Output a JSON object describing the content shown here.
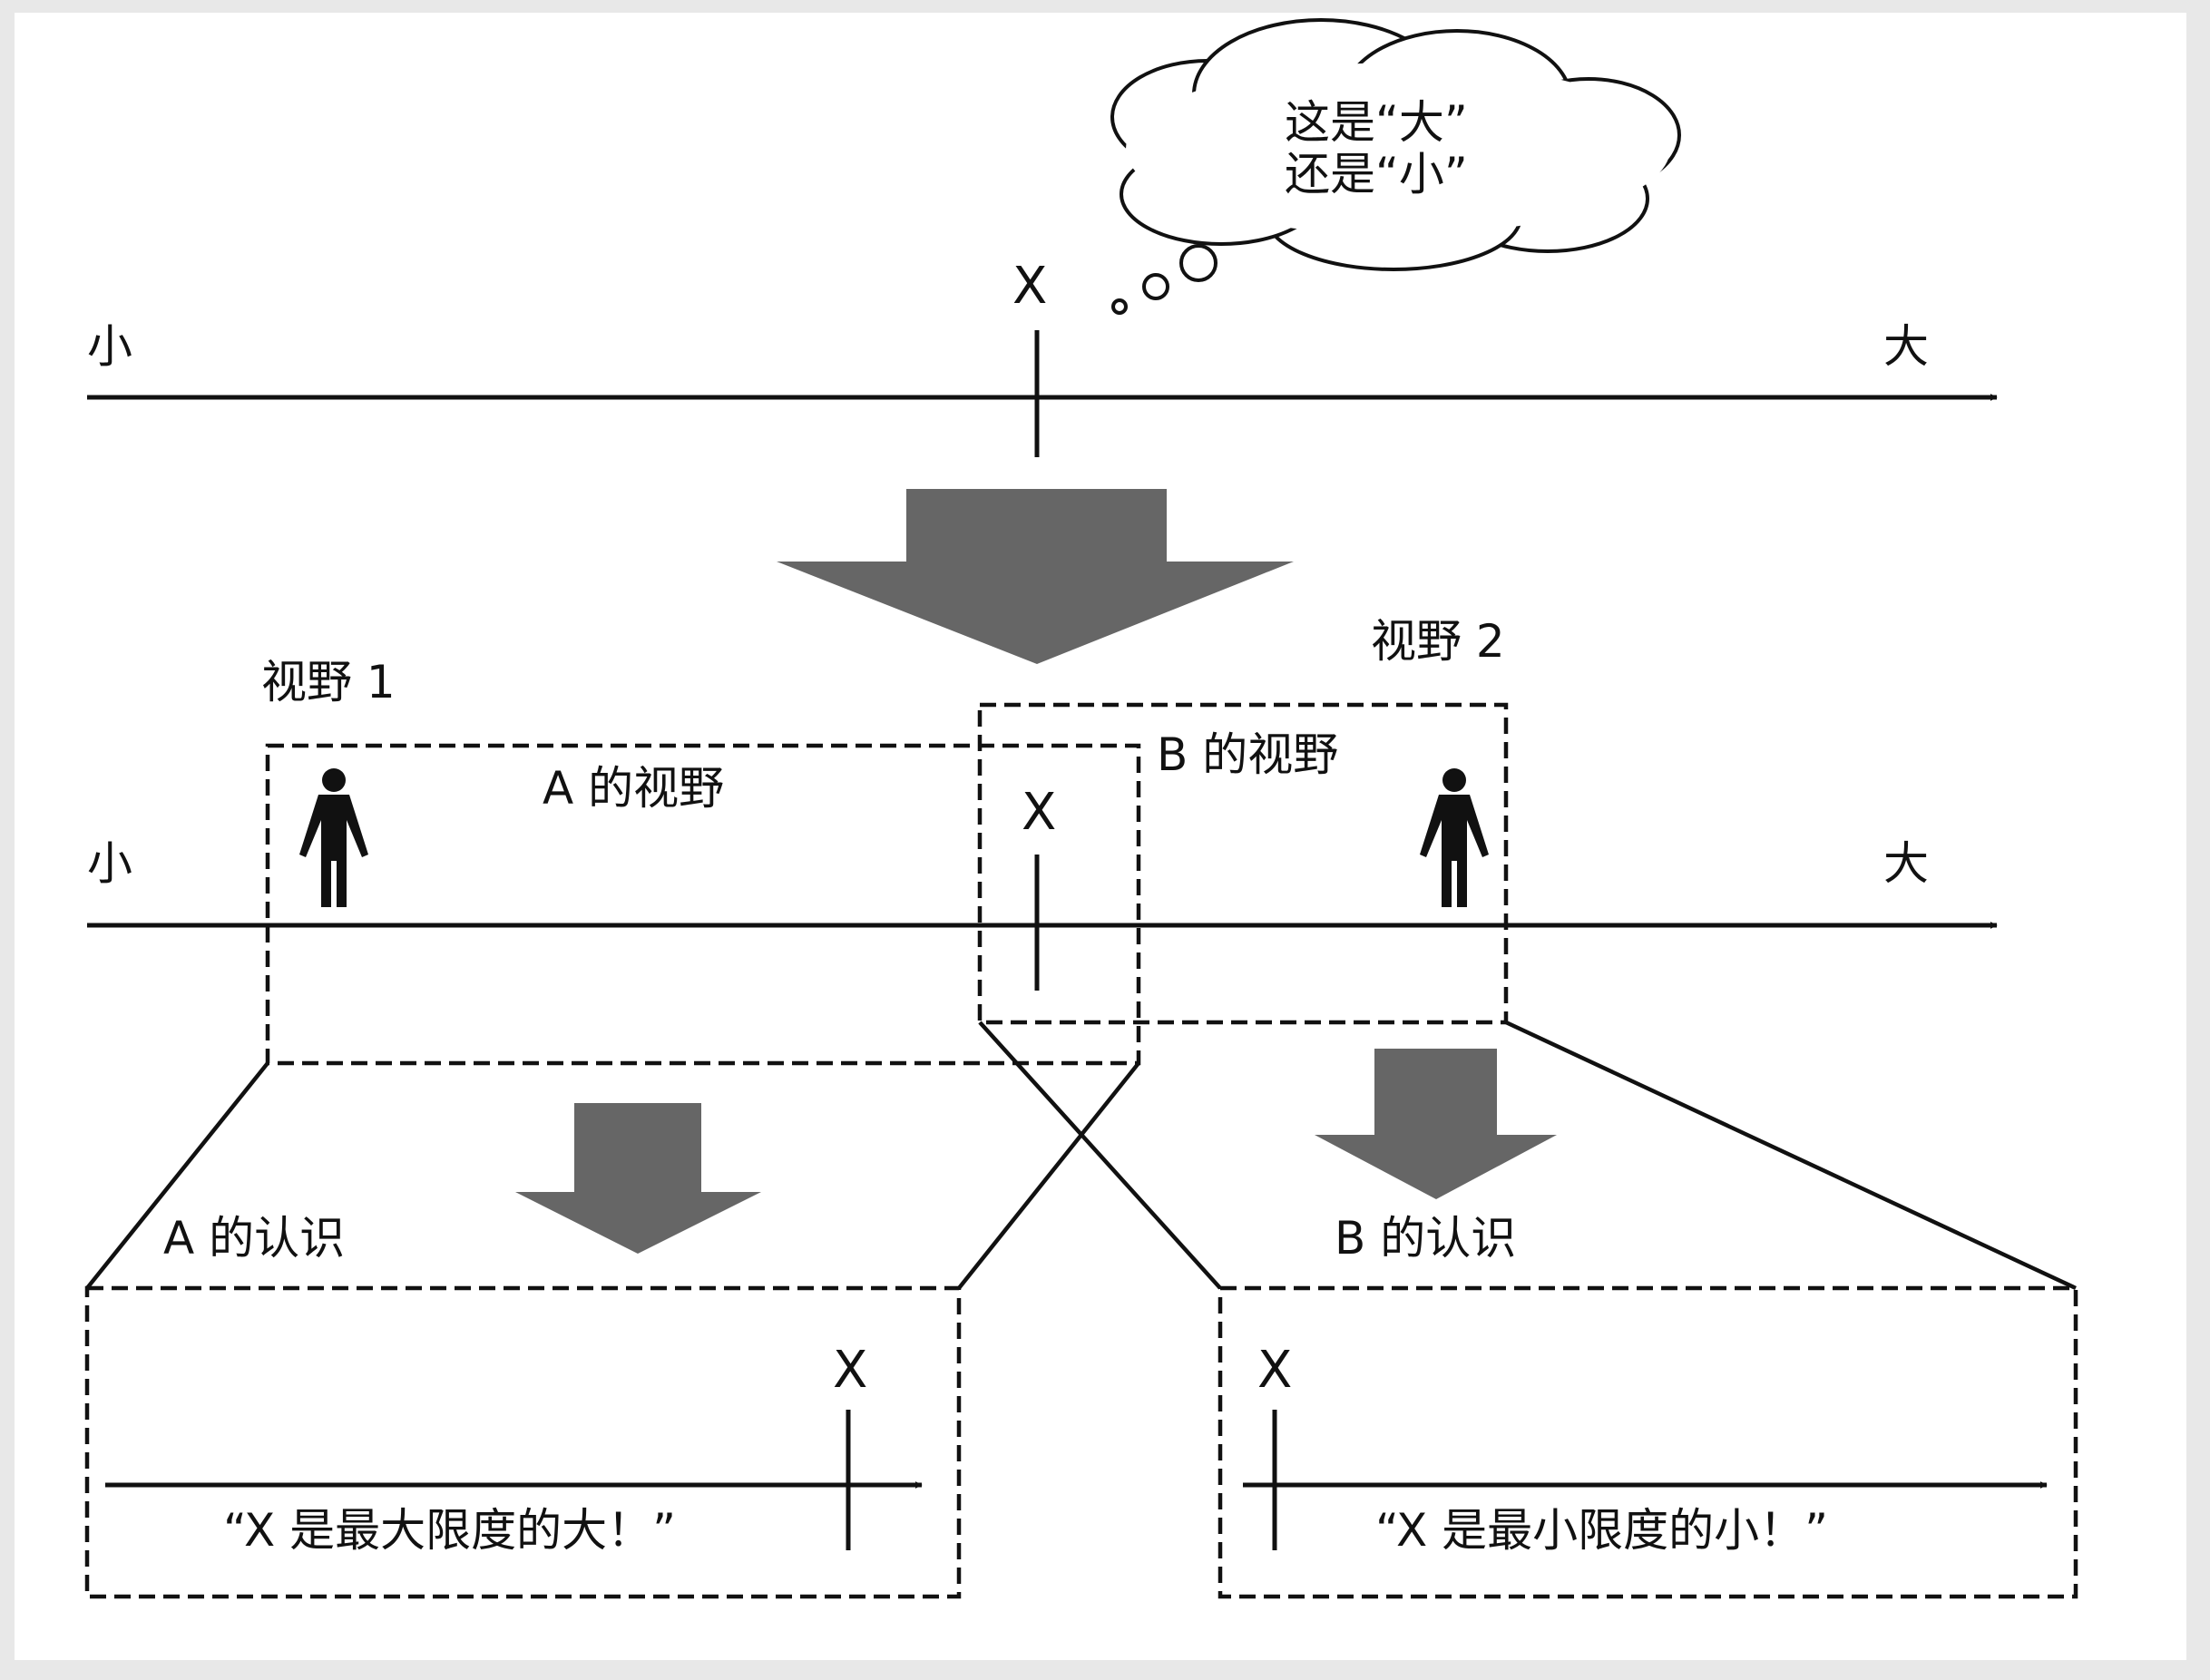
{
  "thought_bubble": {
    "line1": "这是“大”",
    "line2": "还是“小”"
  },
  "top_scale": {
    "left_label": "小",
    "right_label": "大",
    "marker_label": "X"
  },
  "middle_scale": {
    "left_label": "小",
    "right_label": "大",
    "marker_label": "X",
    "field_of_view_1": "视野 1",
    "field_of_view_2": "视野 2",
    "a_view_label": "A 的视野",
    "b_view_label": "B 的视野"
  },
  "a_recognition": {
    "title": "A 的认识",
    "marker_label": "X",
    "quote": "“X 是最大限度的大！”"
  },
  "b_recognition": {
    "title": "B 的认识",
    "marker_label": "X",
    "quote": "“X 是最小限度的小！”"
  },
  "colors": {
    "line": "#111111",
    "big_arrow": "#666666",
    "background": "#ffffff",
    "frame": "#e8e8e8"
  },
  "icons": [
    "thought-cloud-icon",
    "person-icon",
    "down-arrow-icon"
  ]
}
